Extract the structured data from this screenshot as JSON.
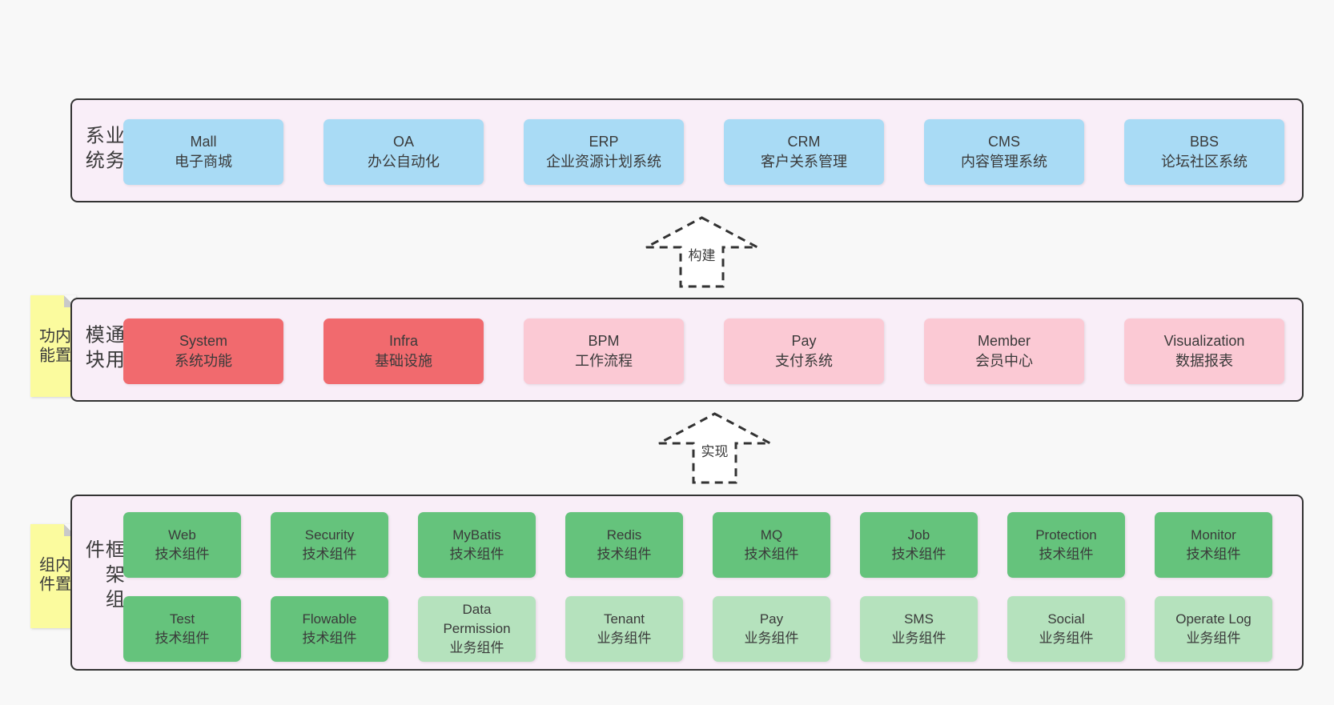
{
  "colors": {
    "page_bg": "#f8f8f8",
    "container_bg": "#f9eef8",
    "container_border": "#333333",
    "text": "#3a3a3a",
    "blue": "#a9dbf5",
    "red": "#f16a6e",
    "pink": "#fbc9d4",
    "green": "#65c37c",
    "lightgreen": "#b5e2bd",
    "note_yellow": "#fbfb9e",
    "note_fold": "#c9c9c9",
    "arrow_fill": "#ffffff"
  },
  "notes": [
    {
      "id": "builtin-features",
      "label": "内置功能"
    },
    {
      "id": "builtin-components",
      "label": "内置组件"
    }
  ],
  "arrows": [
    {
      "id": "build",
      "label": "构建"
    },
    {
      "id": "implement",
      "label": "实现"
    }
  ],
  "layers": [
    {
      "id": "business-systems",
      "label": "业务系统",
      "rows": [
        [
          {
            "name": "Mall",
            "desc": "电子商城",
            "color": "blue"
          },
          {
            "name": "OA",
            "desc": "办公自动化",
            "color": "blue"
          },
          {
            "name": "ERP",
            "desc": "企业资源计划系统",
            "color": "blue"
          },
          {
            "name": "CRM",
            "desc": "客户关系管理",
            "color": "blue"
          },
          {
            "name": "CMS",
            "desc": "内容管理系统",
            "color": "blue"
          },
          {
            "name": "BBS",
            "desc": "论坛社区系统",
            "color": "blue"
          }
        ]
      ]
    },
    {
      "id": "common-modules",
      "label": "通用模块",
      "rows": [
        [
          {
            "name": "System",
            "desc": "系统功能",
            "color": "red"
          },
          {
            "name": "Infra",
            "desc": "基础设施",
            "color": "red"
          },
          {
            "name": "BPM",
            "desc": "工作流程",
            "color": "pink"
          },
          {
            "name": "Pay",
            "desc": "支付系统",
            "color": "pink"
          },
          {
            "name": "Member",
            "desc": "会员中心",
            "color": "pink"
          },
          {
            "name": "Visualization",
            "desc": "数据报表",
            "color": "pink"
          }
        ]
      ]
    },
    {
      "id": "framework-components",
      "label": "框架组件",
      "rows": [
        [
          {
            "name": "Web",
            "desc": "技术组件",
            "color": "green"
          },
          {
            "name": "Security",
            "desc": "技术组件",
            "color": "green"
          },
          {
            "name": "MyBatis",
            "desc": "技术组件",
            "color": "green"
          },
          {
            "name": "Redis",
            "desc": "技术组件",
            "color": "green"
          },
          {
            "name": "MQ",
            "desc": "技术组件",
            "color": "green"
          },
          {
            "name": "Job",
            "desc": "技术组件",
            "color": "green"
          },
          {
            "name": "Protection",
            "desc": "技术组件",
            "color": "green"
          },
          {
            "name": "Monitor",
            "desc": "技术组件",
            "color": "green"
          }
        ],
        [
          {
            "name": "Test",
            "desc": "技术组件",
            "color": "green"
          },
          {
            "name": "Flowable",
            "desc": "技术组件",
            "color": "green"
          },
          {
            "name": "Data Permission",
            "desc": "业务组件",
            "color": "lightgreen"
          },
          {
            "name": "Tenant",
            "desc": "业务组件",
            "color": "lightgreen"
          },
          {
            "name": "Pay",
            "desc": "业务组件",
            "color": "lightgreen"
          },
          {
            "name": "SMS",
            "desc": "业务组件",
            "color": "lightgreen"
          },
          {
            "name": "Social",
            "desc": "业务组件",
            "color": "lightgreen"
          },
          {
            "name": "Operate Log",
            "desc": "业务组件",
            "color": "lightgreen"
          }
        ]
      ]
    }
  ]
}
